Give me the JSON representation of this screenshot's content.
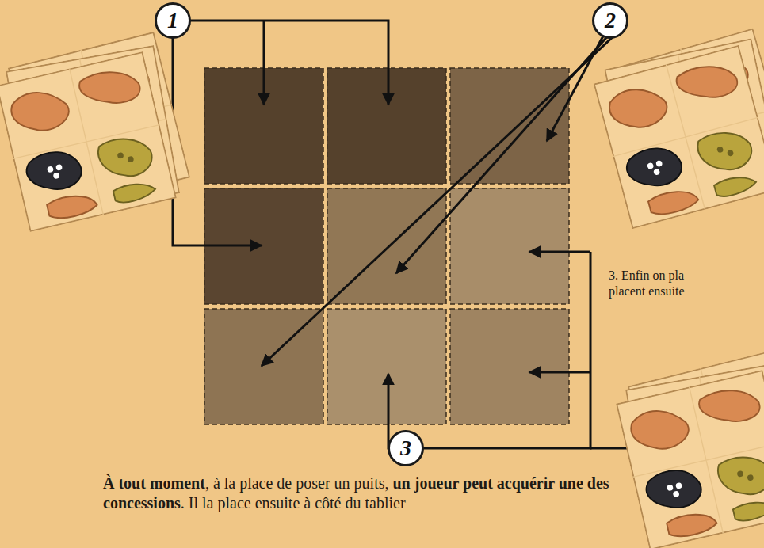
{
  "diagram": {
    "nodes": [
      {
        "text": [
          "1"
        ]
      },
      {
        "text": [
          "2"
        ]
      },
      {
        "text": [
          "3"
        ]
      }
    ],
    "labels": [
      "3. Enfin on pla placent ensuite",
      "À tout moment",
      ", à la place de poser un puits,",
      "un joueur peut acquérir une des concessions",
      ". Il la place ensuite à côté du tablier"
    ]
  }
}
